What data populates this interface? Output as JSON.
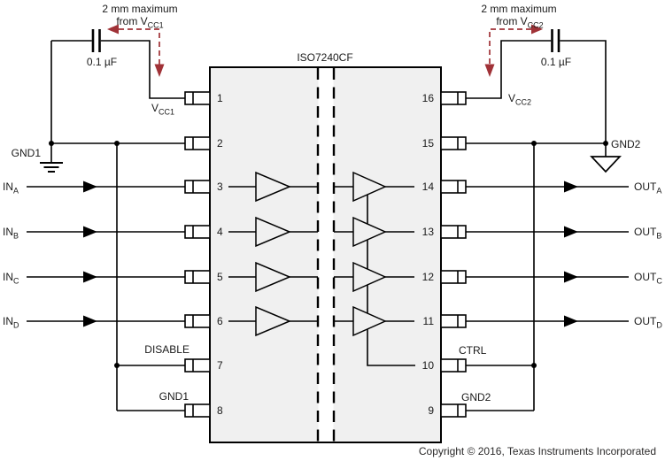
{
  "diagram_title": "ISO7240CF",
  "notes": {
    "left": {
      "line1": "2 mm maximum",
      "line2_prefix": "from V",
      "line2_sub": "CC1"
    },
    "right": {
      "line1": "2 mm maximum",
      "line2_prefix": "from V",
      "line2_sub": "CC2"
    }
  },
  "capacitors": {
    "left": "0.1 µF",
    "right": "0.1 µF"
  },
  "power_labels": {
    "vcc1_prefix": "V",
    "vcc1_sub": "CC1",
    "vcc2_prefix": "V",
    "vcc2_sub": "CC2",
    "gnd1": "GND1",
    "gnd2": "GND2"
  },
  "chip": {
    "left_pins": [
      "1",
      "2",
      "3",
      "4",
      "5",
      "6",
      "7",
      "8"
    ],
    "right_pins": [
      "16",
      "15",
      "14",
      "13",
      "12",
      "11",
      "10",
      "9"
    ],
    "disable_label": "DISABLE",
    "gnd1_pin_label": "GND1",
    "ctrl_label": "CTRL",
    "gnd2_pin_label": "GND2"
  },
  "inputs": [
    {
      "prefix": "IN",
      "sub": "A"
    },
    {
      "prefix": "IN",
      "sub": "B"
    },
    {
      "prefix": "IN",
      "sub": "C"
    },
    {
      "prefix": "IN",
      "sub": "D"
    }
  ],
  "outputs": [
    {
      "prefix": "OUT",
      "sub": "A"
    },
    {
      "prefix": "OUT",
      "sub": "B"
    },
    {
      "prefix": "OUT",
      "sub": "C"
    },
    {
      "prefix": "OUT",
      "sub": "D"
    }
  ],
  "footer": {
    "copyright": "Copyright © 2016, Texas Instruments Incorporated"
  },
  "colors": {
    "accent_red": "#A03237",
    "chip_fill": "#F0F0F0",
    "wire": "#000000",
    "text": "#1A1A1A"
  }
}
